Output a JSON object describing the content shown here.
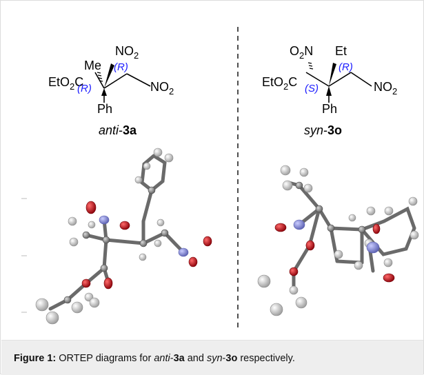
{
  "figure": {
    "left_structure": {
      "label_me": "Me",
      "label_no2_top": "NO",
      "label_no2_top_sub": "2",
      "label_ester": "EtO",
      "label_ester_sub": "2",
      "label_ester_c": "C",
      "stereo_r1": "(R)",
      "stereo_r2": "(R)",
      "label_no2_right": "NO",
      "label_no2_right_sub": "2",
      "label_ph": "Ph",
      "compound_prefix": "anti",
      "compound_dash": "-",
      "compound_number": "3a"
    },
    "right_structure": {
      "label_o2n": "O",
      "label_o2n_sub": "2",
      "label_o2n_n": "N",
      "label_et": "Et",
      "label_ester": "EtO",
      "label_ester_sub": "2",
      "label_ester_c": "C",
      "stereo_s": "(S)",
      "stereo_r": "(R)",
      "label_no2_right": "NO",
      "label_no2_right_sub": "2",
      "label_ph": "Ph",
      "compound_prefix": "syn",
      "compound_dash": "-",
      "compound_number": "3o"
    },
    "colors": {
      "carbon": "#8c8c8c",
      "hydrogen": "#cdcdcd",
      "oxygen": "#d0101a",
      "nitrogen": "#8a8ed8",
      "stereo_label": "#1a1aff",
      "caption_bar": "#eeeeee"
    },
    "caption": {
      "label": "Figure 1:",
      "text_1": " ORTEP diagrams for ",
      "anti": "anti",
      "dash_1": "-",
      "num_1": "3a",
      "text_2": " and ",
      "syn": "syn",
      "dash_2": "-",
      "num_2": "3o",
      "text_3": " respectively."
    }
  }
}
